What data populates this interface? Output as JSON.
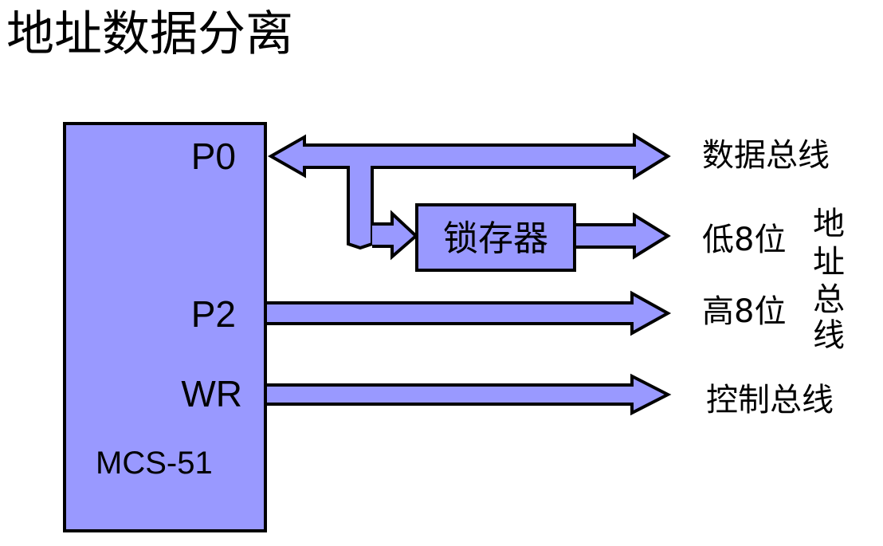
{
  "title": "地址数据分离",
  "colors": {
    "fill": "#9999FF",
    "stroke": "#000000",
    "background": "#FFFFFF"
  },
  "chip": {
    "name": "MCS-51",
    "pins": {
      "p0": "P0",
      "p2": "P2",
      "wr": "WR"
    }
  },
  "latch": {
    "label": "锁存器"
  },
  "buses": {
    "data": "数据总线",
    "addr_low": "低8位",
    "addr_high": "高8位",
    "addr_group": [
      "地",
      "址",
      "总",
      "线"
    ],
    "control": "控制总线"
  },
  "connections": [
    {
      "from": "P0",
      "to": "数据总线",
      "direction": "bidirectional"
    },
    {
      "from": "P0",
      "to": "锁存器",
      "direction": "forward"
    },
    {
      "from": "锁存器",
      "to": "低8位",
      "direction": "forward"
    },
    {
      "from": "P2",
      "to": "高8位",
      "direction": "forward"
    },
    {
      "from": "WR",
      "to": "控制总线",
      "direction": "forward"
    }
  ]
}
